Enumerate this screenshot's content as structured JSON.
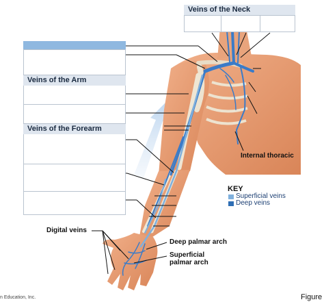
{
  "headers": {
    "neck": "Veins of the Neck",
    "arm": "Veins of the Arm",
    "forearm": "Veins of the Forearm"
  },
  "labels": {
    "internal_thoracic": "Internal thoracic",
    "digital_veins": "Digital veins",
    "deep_palmar_arch": "Deep palmar arch",
    "superficial_palmar_arch_line1": "Superficial",
    "superficial_palmar_arch_line2": "palmar arch"
  },
  "key": {
    "title": "KEY",
    "items": [
      {
        "label": "Superficial veins",
        "color": "#7fb0dd"
      },
      {
        "label": "Deep veins",
        "color": "#2f6fb5"
      }
    ]
  },
  "footer": {
    "left": "n Education, Inc.",
    "right": "Figure"
  },
  "colors": {
    "header_bar": "#dfe6ef",
    "blank_header": "#8fb8e0",
    "vein": "#3a7bc8",
    "skin": "#e89a6e"
  }
}
